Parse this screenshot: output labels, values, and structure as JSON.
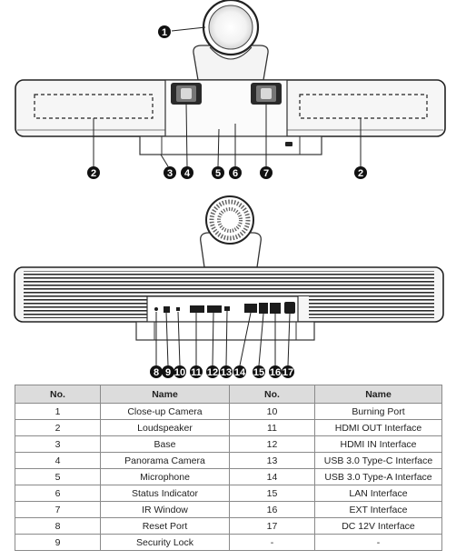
{
  "front_callouts": [
    "1",
    "2",
    "3",
    "4",
    "5",
    "6",
    "7",
    "2"
  ],
  "back_callouts": [
    "8",
    "9",
    "10",
    "11",
    "12",
    "13",
    "14",
    "15",
    "16",
    "17"
  ],
  "table": {
    "headers": [
      "No.",
      "Name",
      "No.",
      "Name"
    ],
    "rows": [
      [
        "1",
        "Close-up Camera",
        "10",
        "Burning Port"
      ],
      [
        "2",
        "Loudspeaker",
        "11",
        "HDMI OUT Interface"
      ],
      [
        "3",
        "Base",
        "12",
        "HDMI IN Interface"
      ],
      [
        "4",
        "Panorama Camera",
        "13",
        "USB 3.0 Type-C Interface"
      ],
      [
        "5",
        "Microphone",
        "14",
        "USB 3.0 Type-A Interface"
      ],
      [
        "6",
        "Status Indicator",
        "15",
        "LAN Interface"
      ],
      [
        "7",
        "IR Window",
        "16",
        "EXT Interface"
      ],
      [
        "8",
        "Reset Port",
        "17",
        "DC 12V Interface"
      ],
      [
        "9",
        "Security Lock",
        "-",
        "-"
      ]
    ]
  }
}
